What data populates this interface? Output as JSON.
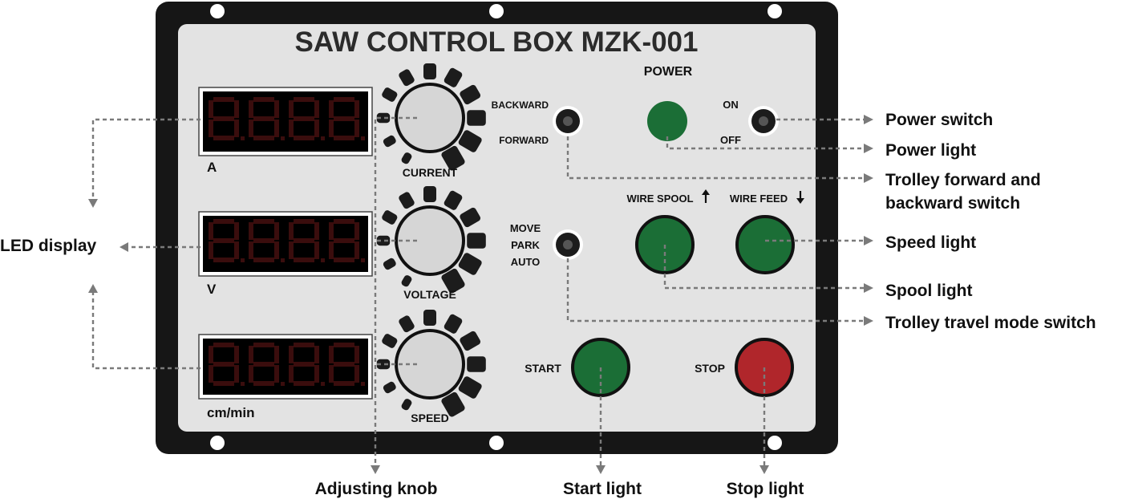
{
  "panel": {
    "title": "SAW CONTROL BOX MZK-001",
    "power_label": "POWER",
    "displays": [
      {
        "unit": "A",
        "knob_label": "CURRENT"
      },
      {
        "unit": "V",
        "knob_label": "VOLTAGE"
      },
      {
        "unit": "cm/min",
        "knob_label": "SPEED"
      }
    ],
    "direction_switch": {
      "top": "BACKWARD",
      "bottom": "FORWARD"
    },
    "power_switch": {
      "top": "ON",
      "bottom": "OFF"
    },
    "mode_switch": {
      "top": "MOVE",
      "middle": "PARK",
      "bottom": "AUTO"
    },
    "wire_spool_label": "WIRE SPOOL",
    "wire_feed_label": "WIRE FEED",
    "start_label": "START",
    "stop_label": "STOP"
  },
  "callouts": {
    "led_display": "LED display",
    "power_switch": "Power switch",
    "power_light": "Power light",
    "trolley_switch_line1": "Trolley forward and",
    "trolley_switch_line2": "backward switch",
    "speed_light": "Speed light",
    "spool_light": "Spool light",
    "travel_mode_switch": "Trolley travel mode switch",
    "adjusting_knob": "Adjusting knob",
    "start_light": "Start light",
    "stop_light": "Stop light"
  },
  "colors": {
    "frame": "#161616",
    "panel": "#e3e3e3",
    "green_light": "#1b6e36",
    "red_light": "#b0262b",
    "led_background": "#000000",
    "leader": "#7a7a7a"
  }
}
